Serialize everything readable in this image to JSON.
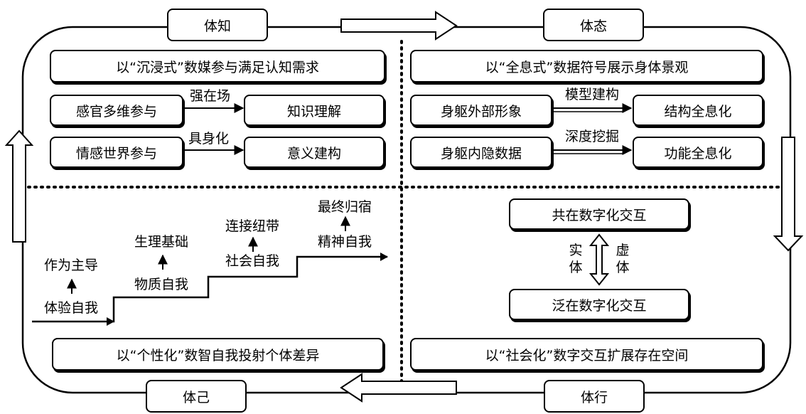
{
  "corners": {
    "top_left": "体知",
    "top_right": "体态",
    "bottom_left": "体己",
    "bottom_right": "体行"
  },
  "q1": {
    "headline": "以“沉浸式”数媒参与满足认知需求",
    "row1": {
      "from": "感官多维参与",
      "via": "强在场",
      "to": "知识理解"
    },
    "row2": {
      "from": "情感世界参与",
      "via": "具身化",
      "to": "意义建构"
    }
  },
  "q2": {
    "headline": "以“全息式”数据符号展示身体景观",
    "row1": {
      "from": "身躯外部形象",
      "via": "模型建构",
      "to": "结构全息化"
    },
    "row2": {
      "from": "身躯内隐数据",
      "via": "深度挖掘",
      "to": "功能全息化"
    }
  },
  "q3": {
    "headline": "以“个性化”数智自我投射个体差异",
    "steps": [
      {
        "label": "体验自我",
        "note": "作为主导"
      },
      {
        "label": "物质自我",
        "note": "生理基础"
      },
      {
        "label": "社会自我",
        "note": "连接纽带"
      },
      {
        "label": "精神自我",
        "note": "最终归宿"
      }
    ]
  },
  "q4": {
    "headline": "以“社会化”数字交互扩展存在空间",
    "top_box": "共在数字化交互",
    "bottom_box": "泛在数字化交互",
    "left_label": "实体",
    "right_label": "虚体"
  }
}
